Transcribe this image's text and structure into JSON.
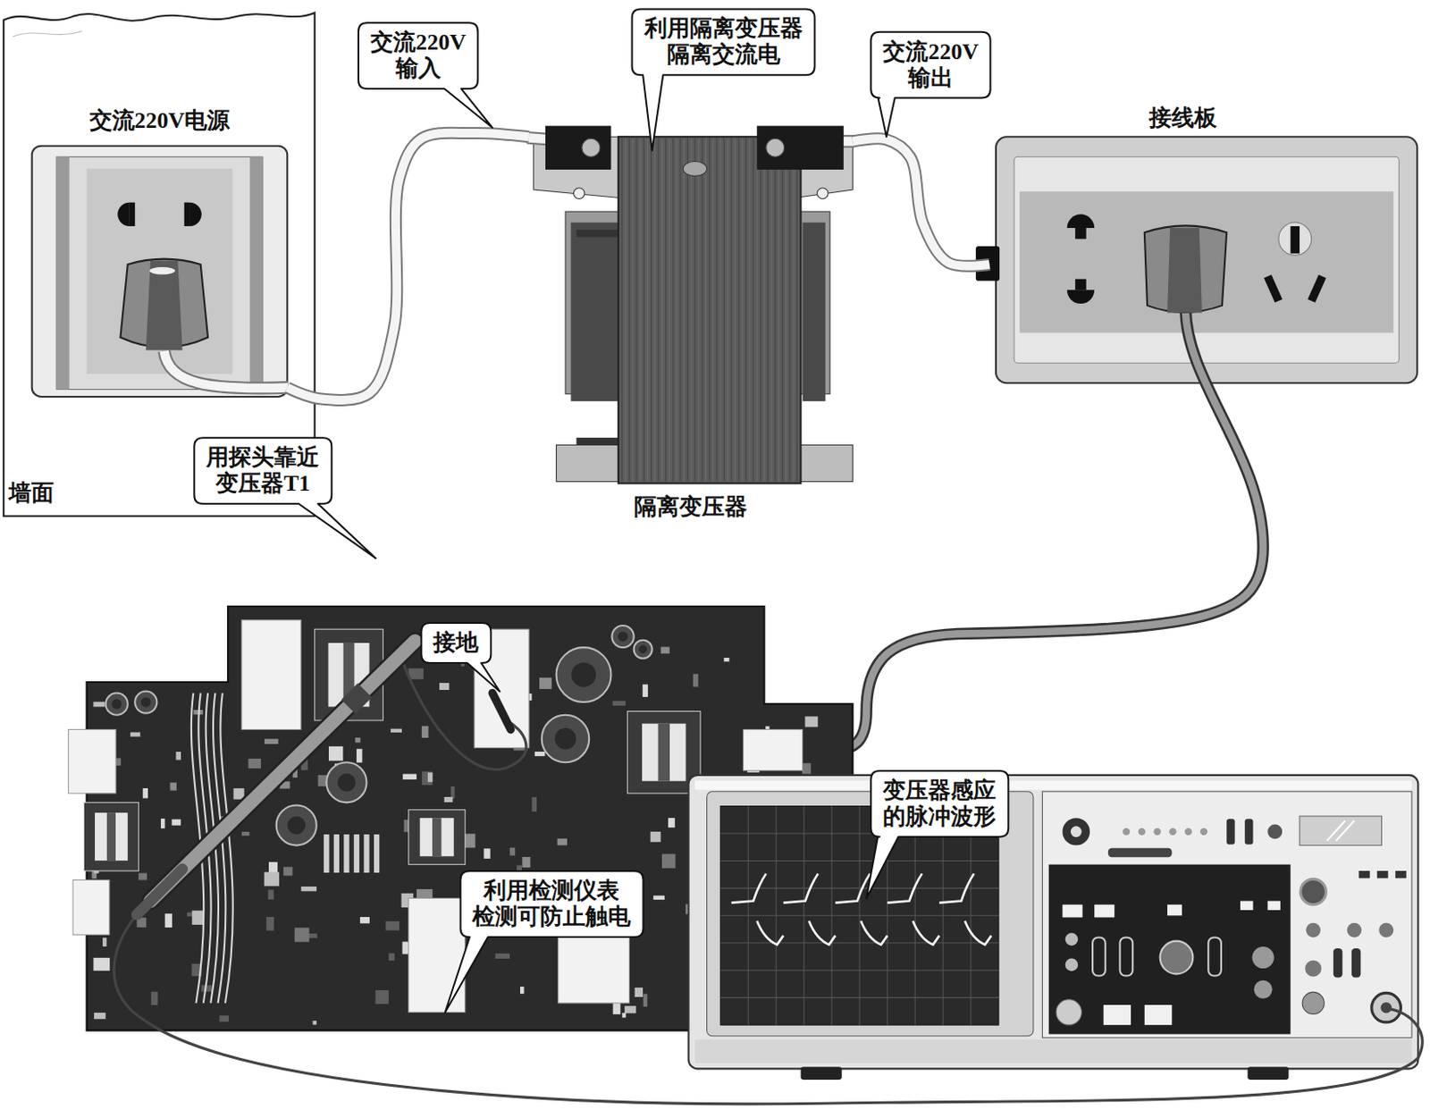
{
  "diagram": {
    "nodes": [
      {
        "text": [
          "墙面"
        ]
      },
      {
        "text": [
          "交流220V电源"
        ],
        "in": 0
      },
      {
        "text": [
          "交流220V 输入"
        ]
      },
      {
        "text": [
          "利用隔离变压器 隔离交流电"
        ]
      },
      {
        "text": [
          "交流220V 输出"
        ]
      },
      {
        "text": [
          "接线板"
        ]
      },
      {
        "text": [
          "隔离变压器"
        ]
      },
      {
        "text": [
          "用探头靠近 变压器T1"
        ]
      },
      {
        "text": [
          "接地"
        ]
      },
      {
        "text": [
          "变压器感应 的脉冲波形"
        ]
      },
      {
        "text": [
          "利用检测仪表 检测可防止触电"
        ]
      }
    ],
    "edges": [
      {
        "from": 1,
        "to": 6,
        "arrow": "none"
      },
      {
        "from": 6,
        "to": 5,
        "arrow": "none"
      }
    ]
  }
}
